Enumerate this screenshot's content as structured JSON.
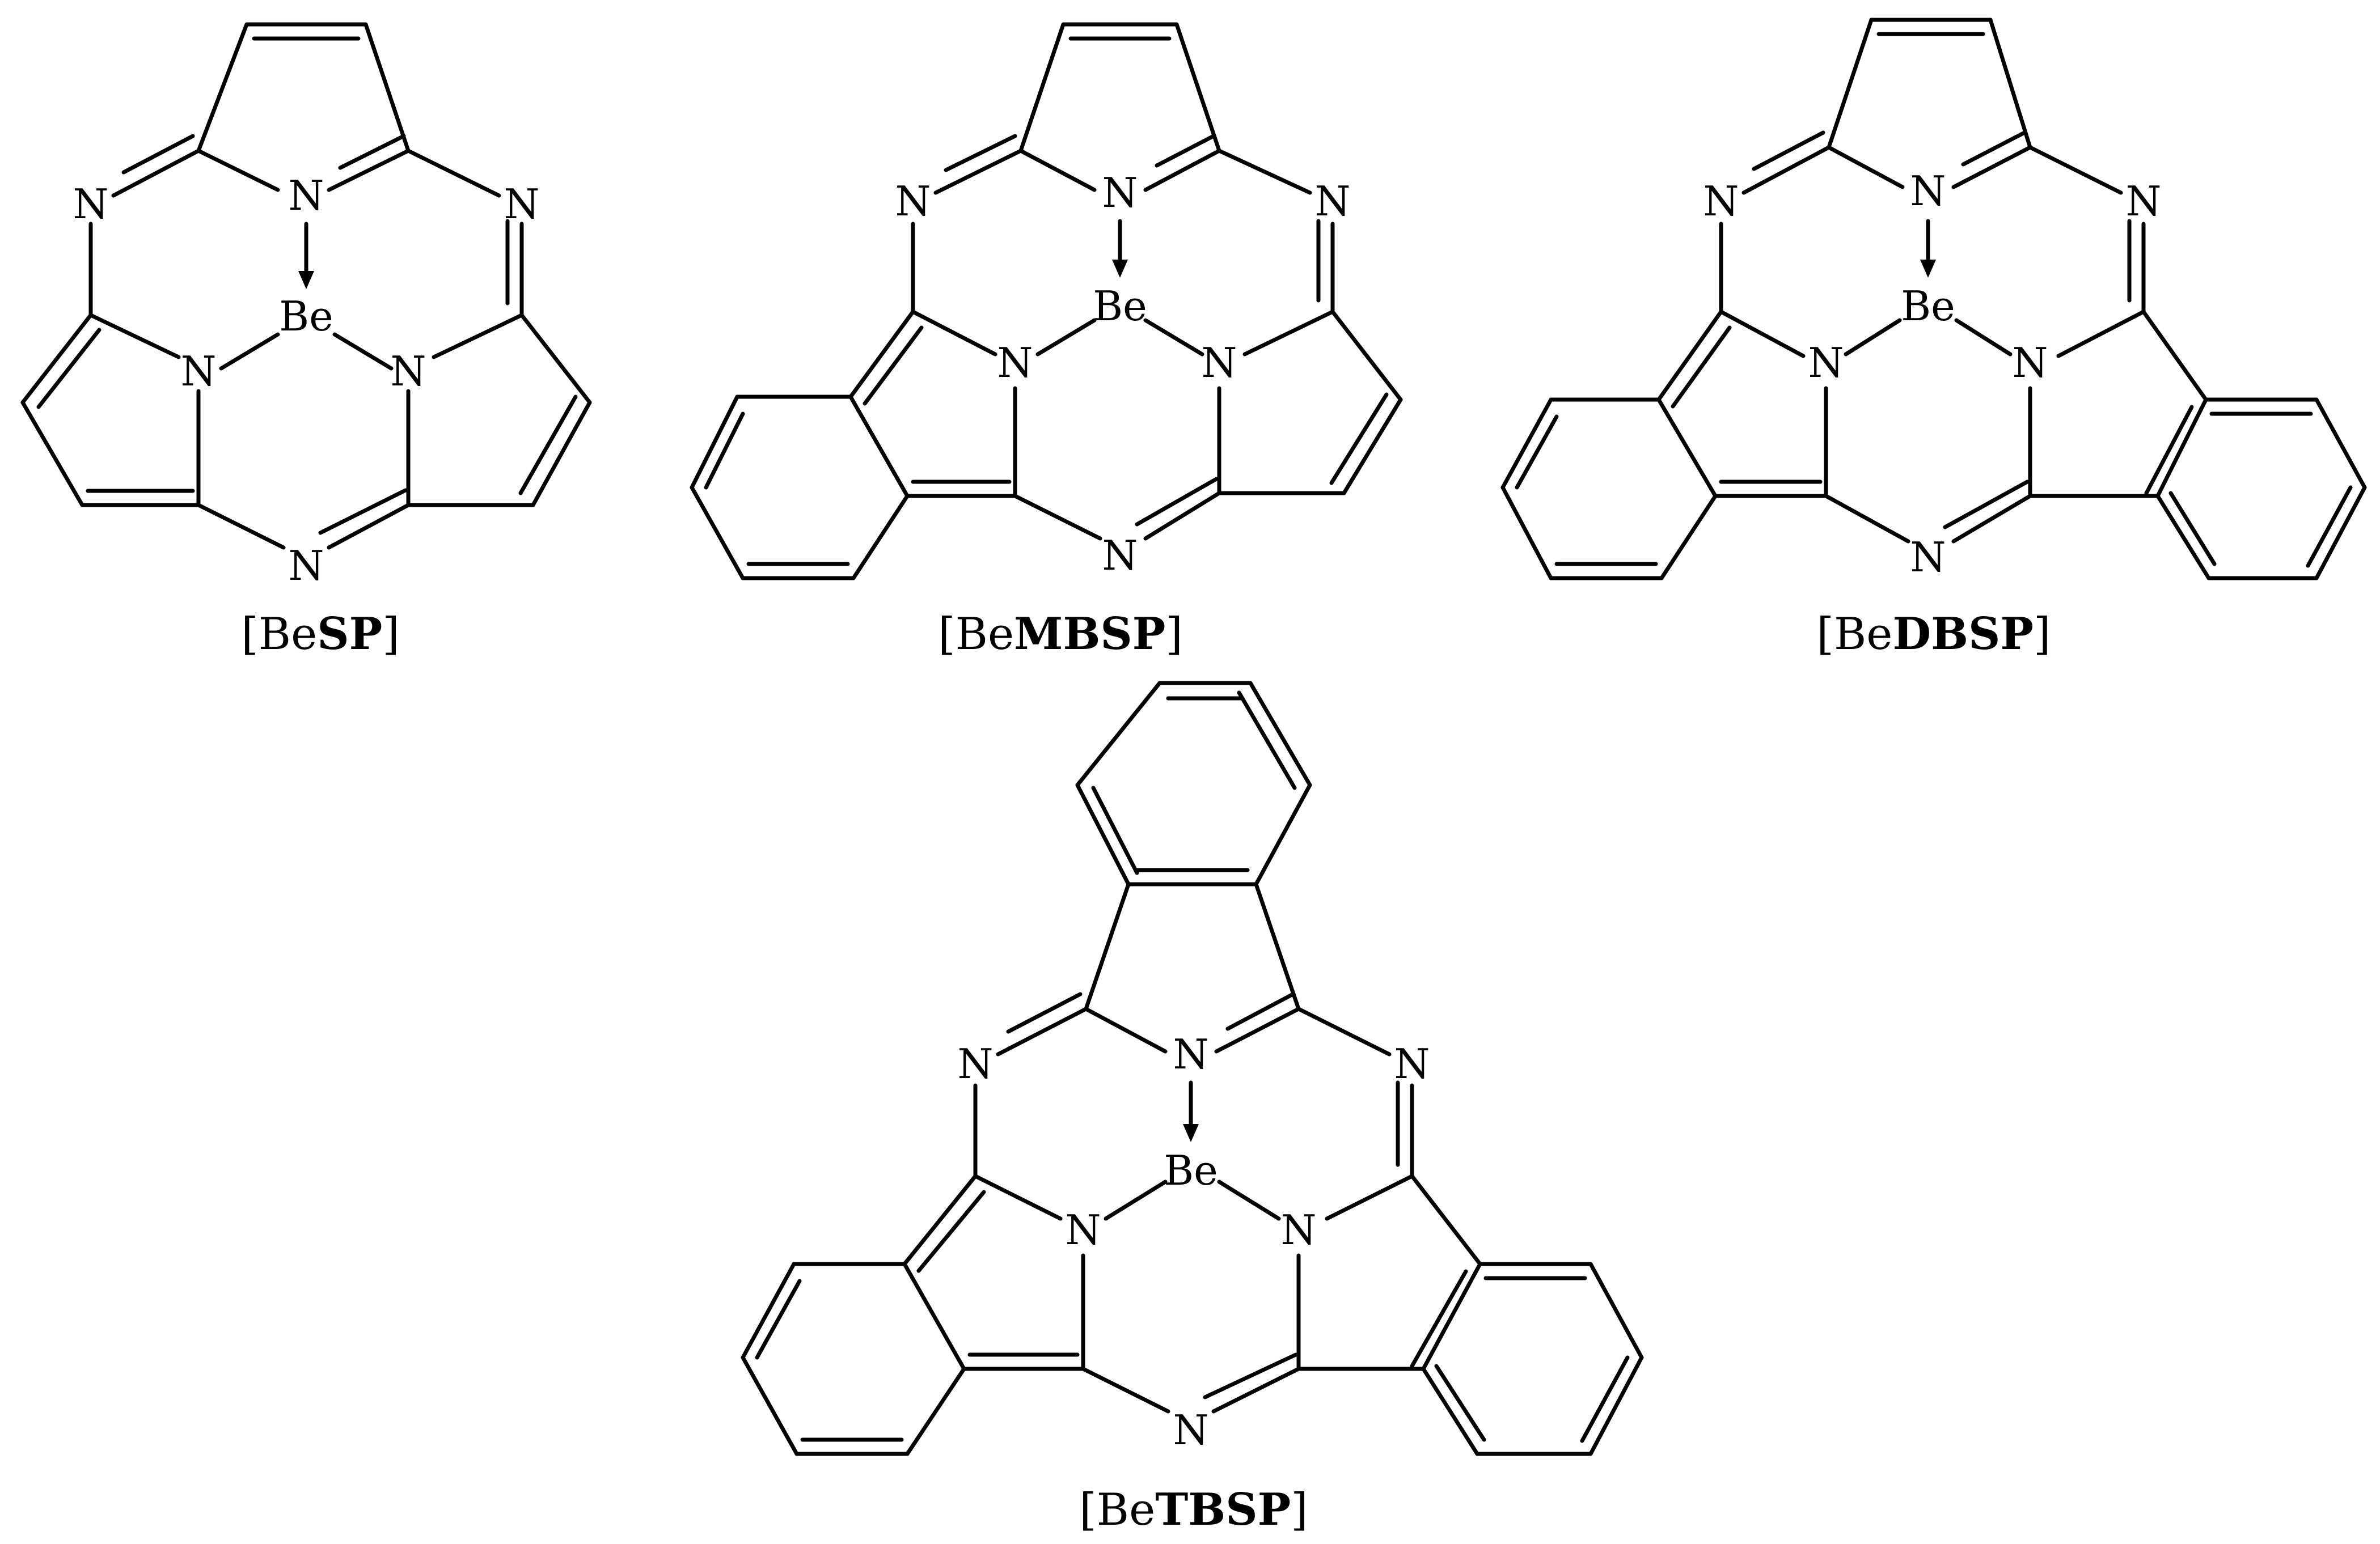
{
  "figure": {
    "stroke_color": "#000000",
    "background_color": "#ffffff",
    "molecules": [
      {
        "caption_prefix": "[Be",
        "caption_bold": "SP",
        "caption_suffix": "]",
        "benzo_rings": "none"
      },
      {
        "caption_prefix": "[Be",
        "caption_bold": "MBSP",
        "caption_suffix": "]",
        "benzo_rings": "one (lower-left)"
      },
      {
        "caption_prefix": "[Be",
        "caption_bold": "DBSP",
        "caption_suffix": "]",
        "benzo_rings": "two (lower-left, lower-right)"
      },
      {
        "caption_prefix": "[Be",
        "caption_bold": "TBSP",
        "caption_suffix": "]",
        "benzo_rings": "three"
      }
    ],
    "atom_labels": {
      "metal": "Be",
      "nitrogen": "N"
    }
  }
}
